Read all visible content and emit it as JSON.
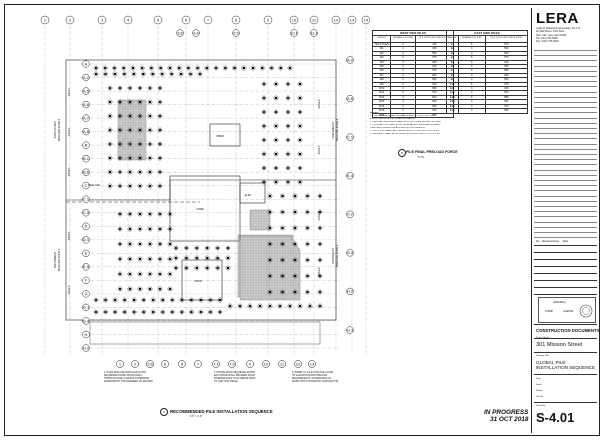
{
  "grid": {
    "top": [
      "1",
      "2",
      "3",
      "4",
      "5",
      "6",
      "7",
      "8",
      "9",
      "10",
      "11",
      "12",
      "13",
      "14"
    ],
    "top_sub": [
      "3.6",
      "3.4",
      "9.5",
      "10.1",
      "12.1"
    ],
    "bottom": [
      "1",
      "2",
      "3.6",
      "6",
      "8",
      "7",
      "7.1",
      "7.5",
      "9",
      "10",
      "11",
      "12",
      "13"
    ],
    "left": [
      "A",
      "A.2",
      "A.5",
      "A.6",
      "A.7",
      "A.8",
      "B",
      "B.1",
      "B.6",
      "C",
      "C.1",
      "C.5",
      "D",
      "D.1",
      "E",
      "E.5",
      "F",
      "G",
      "G.1",
      "G.4",
      "H",
      "H.2"
    ],
    "right": [
      "A.2",
      "A.5",
      "C.1",
      "E.4",
      "F.2",
      "G.5",
      "H.2",
      "H.3"
    ]
  },
  "plan": {
    "zone_labels": [
      "ZONE 1",
      "ZONE 2",
      "ZONE 3",
      "ZONE 4",
      "ZONE 5",
      "ZONE 6",
      "ZONE 7",
      "ZONE 8",
      "ZONE 9"
    ],
    "side_labels": [
      "NORTH PILES\nPRELOAD ZONE 1",
      "SOUTHWEST\nPRELOAD ZONE 2",
      "SOUTHEAST\nPRELOAD ZONE 3",
      "NORTH/EAST\nPRELOAD ZONE 4"
    ],
    "text_marks": [
      "OPEN",
      "CORE",
      "PILE CAP",
      "STAIR",
      "ELEV"
    ],
    "title": "RECOMMENDED PILE INSTALLATION SEQUENCE",
    "scale": "1/8\" = 1'-0\"",
    "title_bubble": "A"
  },
  "plan_notes": [
    [
      "1. PILES SHALL BE INSTALLED IN THE",
      "SEQUENCE SHOWN FROM ZONE 1",
      "THROUGH ZONE 9 UNLESS OTHERWISE",
      "APPROVED BY THE ENGINEER OF RECORD."
    ],
    [
      "2. INSTALLATION SEQUENCE WITHIN",
      "EACH ZONE SHALL PROCEED FROM",
      "INTERIOR PILES TO EXTERIOR PILES",
      "TO LIMIT SOIL HEAVE."
    ],
    [
      "3. REFER TO S-4.02 FOR PILE LOADS,",
      "TIP ELEVATIONS AND PRELOAD",
      "REQUIREMENTS. COORDINATE ALL",
      "WORK WITH FOUNDATION CONTRACTOR."
    ]
  ],
  "west": {
    "title": "WEST SIDE PILES",
    "headers": [
      "GROUP",
      "NUMBER OF PILES",
      "PILE LOCK-OFF FORCE (KIPS)"
    ],
    "rows": [
      [
        "TEST PILES",
        "2",
        "425"
      ],
      [
        "W1",
        "4",
        "435"
      ],
      [
        "W2",
        "4",
        "595"
      ],
      [
        "W3",
        "6",
        "575"
      ],
      [
        "W4",
        "4",
        "590"
      ],
      [
        "W5",
        "4",
        "610"
      ],
      [
        "W6",
        "6",
        "575"
      ],
      [
        "W7",
        "4",
        "590"
      ],
      [
        "W8",
        "6",
        "605"
      ],
      [
        "W9",
        "4",
        "615"
      ],
      [
        "W10",
        "4",
        "580"
      ],
      [
        "W11",
        "6",
        "570"
      ],
      [
        "W12",
        "4",
        "600"
      ],
      [
        "W13",
        "4",
        "590"
      ],
      [
        "W14",
        "6",
        "595"
      ],
      [
        "W15",
        "4",
        "610"
      ],
      [
        "W16",
        "4",
        "585"
      ]
    ]
  },
  "east": {
    "title": "EAST SIDE PILES",
    "headers": [
      "GROUP",
      "NUMBER OF PILES",
      "PILE LOCK-OFF FORCE (KIPS)"
    ],
    "rows": [
      [
        "E1",
        "6",
        "570"
      ],
      [
        "E2",
        "4",
        "590"
      ],
      [
        "E3",
        "4",
        "600"
      ],
      [
        "E4",
        "6",
        "575"
      ],
      [
        "E5",
        "4",
        "610"
      ],
      [
        "E6",
        "4",
        "595"
      ],
      [
        "E7",
        "6",
        "580"
      ],
      [
        "E8",
        "4",
        "605"
      ],
      [
        "E9",
        "4",
        "590"
      ],
      [
        "E10",
        "6",
        "575"
      ],
      [
        "E11",
        "4",
        "615"
      ],
      [
        "E12",
        "4",
        "600"
      ],
      [
        "E13",
        "6",
        "585"
      ],
      [
        "E14",
        "4",
        "590"
      ],
      [
        "E15",
        "4",
        "610"
      ],
      [
        "E16",
        "4",
        "580"
      ]
    ]
  },
  "notes": {
    "heading": "NOTES:",
    "lines": [
      "1. PILE PRELOAD SHALL BE PERFORMED TO THE LOCK-OFF",
      "   FORCE SHOWN IN THE SCHEDULE ABOVE.",
      "2. PRELOAD SEQUENCE SHALL FOLLOW ZONES SHOWN ON PLAN.",
      "3. CONTRACTOR SHALL MONITOR ADJACENT BUILDINGS DURING",
      "   PRELOAD OPERATIONS AND REPORT MOVEMENTS.",
      "4. TEST PILES SHALL BE LOADED PRIOR TO PRODUCTION PILES.",
      "5. ENGINEER SHALL BE NOTIFIED 48 HOURS PRIOR TO LOCK-OFF."
    ]
  },
  "final_title": "PILE FINAL PRELOAD FORCE",
  "final_scale": "N.T.S.",
  "final_bubble": "B",
  "titleblock": {
    "logo": "LERA",
    "firm": [
      "Leslie E. Robertson Associates, R.L.L.P.",
      "40 Wall Street, 23rd Floor",
      "New York, New York 10005",
      "Tel: (212) 750-9000",
      "Fax: (212) 750-9002"
    ],
    "rev_header": [
      "No.",
      "Revision/Issue",
      "Date"
    ],
    "stamp": {
      "a": "LERA/SEAL",
      "b": "STAMP",
      "c": "LICENSE"
    },
    "docs": "CONSTRUCTION DOCUMENTS",
    "project_label": "Project Name",
    "project": "301 Mission Street",
    "title_label": "Drawing Title",
    "title": [
      "GLOBAL PILE",
      "INSTALLATION SEQUENCE"
    ],
    "meta": [
      "Date",
      "Scale",
      "Drawn",
      "Job No."
    ],
    "sheet_label": "Sheet No.",
    "sheet": "S-4.01"
  },
  "status": [
    "IN PROGRESS",
    "31 OCT 2018"
  ]
}
